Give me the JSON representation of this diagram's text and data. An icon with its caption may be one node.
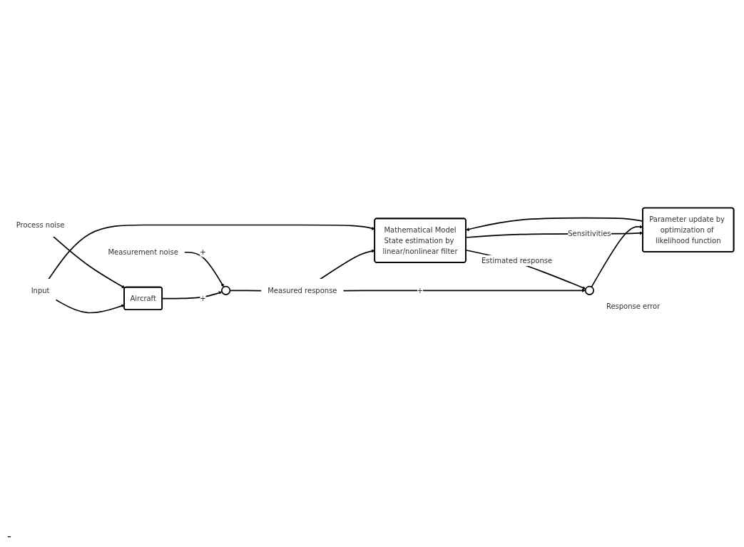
{
  "diagram": {
    "nodes": [
      {
        "text": [
          "Input"
        ]
      },
      {
        "text": [
          "Process noise"
        ]
      },
      {
        "text": [
          "Measurement noise"
        ]
      },
      {
        "text": [
          "Aircraft"
        ]
      },
      {
        "text": [],
        "shape": "circle"
      },
      {
        "text": [
          "Measured response"
        ]
      },
      {
        "text": [
          "Mathematical Model",
          "State estimation by linear/nonlinear filter"
        ]
      },
      {
        "text": [],
        "shape": "circle",
        "beside": [
          "Response error"
        ]
      },
      {
        "text": [
          "Parameter update by optimization of likelihood function"
        ]
      }
    ],
    "edges": [
      {
        "from": 0,
        "to": 3,
        "arrow": "to"
      },
      {
        "from": 1,
        "to": 3,
        "arrow": "to"
      },
      {
        "from": 3,
        "to": 4,
        "arrow": "to",
        "label": "+"
      },
      {
        "from": 2,
        "to": 4,
        "arrow": "to",
        "label": "+"
      },
      {
        "from": 4,
        "to": 5,
        "arrow": "none"
      },
      {
        "from": 5,
        "to": 6,
        "arrow": "to"
      },
      {
        "from": 0,
        "to": 6,
        "arrow": "to"
      },
      {
        "from": 5,
        "to": 7,
        "arrow": "to",
        "label": "+"
      },
      {
        "from": 6,
        "to": 7,
        "arrow": "to",
        "label": "Estimated response"
      },
      {
        "from": 6,
        "to": 8,
        "arrow": "to",
        "label": "Sensitivities"
      },
      {
        "from": 7,
        "to": 8,
        "arrow": "to"
      },
      {
        "from": 8,
        "to": 6,
        "arrow": "to"
      }
    ],
    "labels": [
      "-"
    ]
  }
}
